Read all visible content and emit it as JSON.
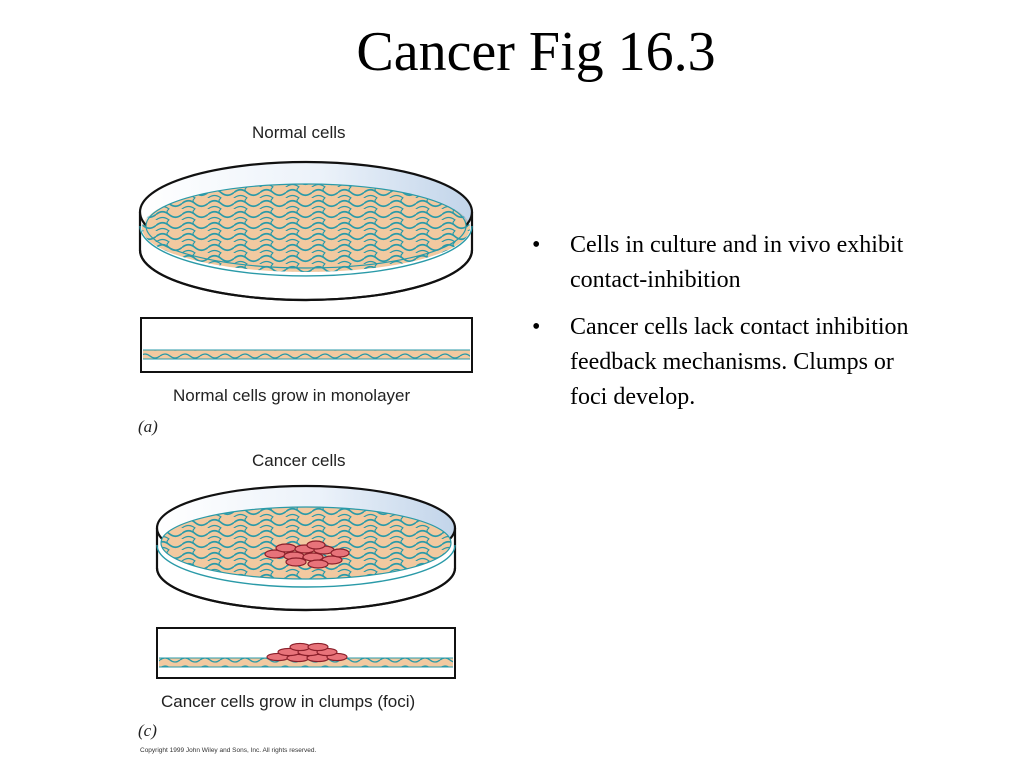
{
  "slide": {
    "title": "Cancer Fig 16.3",
    "bullets": [
      "Cells in culture and in vivo exhibit contact-inhibition",
      "Cancer cells lack contact inhibition feedback mechanisms. Clumps or foci develop."
    ],
    "bullet_glyph": "•"
  },
  "figure": {
    "panel_a": {
      "heading": "Normal cells",
      "caption": "Normal cells grow in monolayer",
      "letter": "(a)"
    },
    "panel_c": {
      "heading": "Cancer cells",
      "caption": "Cancer cells grow in clumps (foci)",
      "letter": "(c)"
    },
    "copyright": "Copyright 1999 John Wiley and Sons, Inc. All rights reserved.",
    "colors": {
      "medium": "#f2c9a0",
      "cell_outline": "#2a9aa8",
      "cancer_cell": "#e8737a",
      "dish_glass": "#cfe0f3"
    }
  }
}
